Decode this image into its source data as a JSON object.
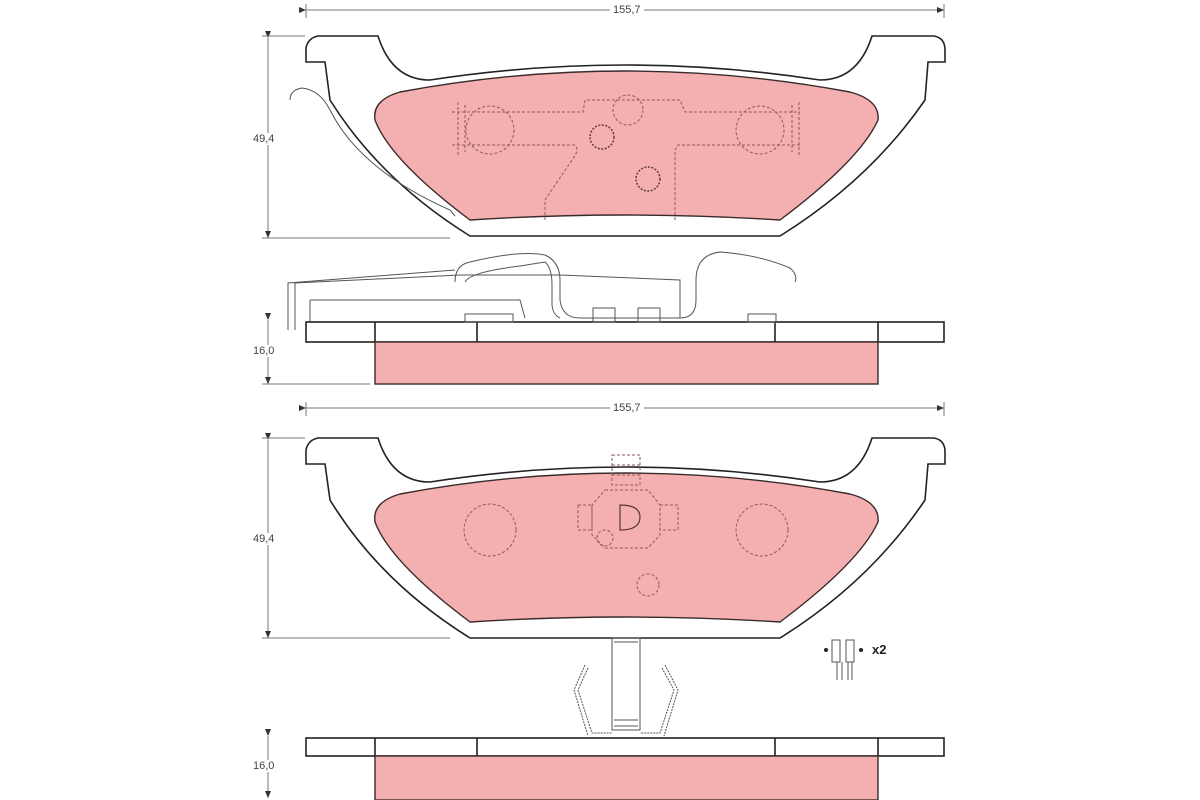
{
  "diagram": {
    "subject": "brake pad set technical drawing",
    "colors": {
      "friction_material": "#f4b0b0",
      "outline": "#222222",
      "dimension_line": "#777777",
      "background": "#ffffff"
    },
    "views": [
      {
        "name": "outer-pad-front-view",
        "dimensions": {
          "width": "155,7",
          "height": "49,4"
        }
      },
      {
        "name": "outer-pad-side-view",
        "dimensions": {
          "thickness": "16,0"
        }
      },
      {
        "name": "inner-pad-front-view",
        "dimensions": {
          "width": "155,7",
          "height": "49,4"
        }
      },
      {
        "name": "inner-pad-side-view",
        "dimensions": {
          "thickness": "16,0"
        }
      }
    ],
    "labels": {
      "top_width": "155,7",
      "top_height": "49,4",
      "top_thickness": "16,0",
      "bottom_width": "155,7",
      "bottom_height": "49,4",
      "bottom_thickness": "16,0",
      "accessory_quantity": "x2"
    },
    "accessory": {
      "icon": "wear-sensor-clip-icon",
      "quantity": "x2"
    }
  }
}
